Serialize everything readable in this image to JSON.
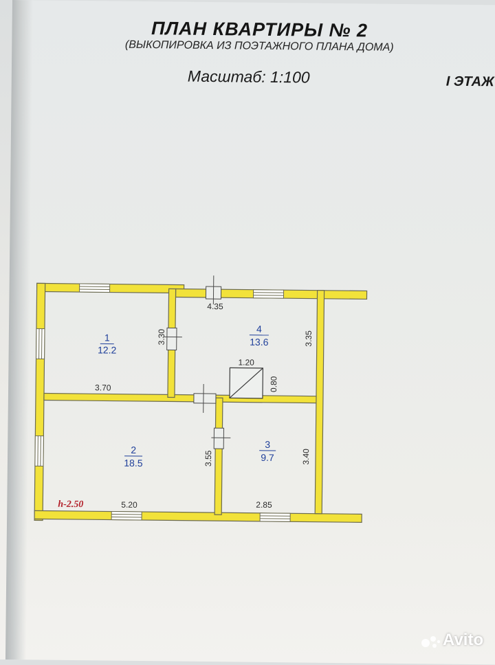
{
  "header": {
    "title": "ПЛАН  КВАРТИРЫ  № 2",
    "subtitle": "(ВЫКОПИРОВКА ИЗ ПОЭТАЖНОГО ПЛАНА ДОМА)",
    "scale": "Масштаб:  1:100",
    "floor": "I ЭТАЖ"
  },
  "rooms": [
    {
      "number": "1",
      "area": "12.2"
    },
    {
      "number": "2",
      "area": "18.5"
    },
    {
      "number": "3",
      "area": "9.7"
    },
    {
      "number": "4",
      "area": "13.6"
    }
  ],
  "dimensions": {
    "d435": "4.35",
    "d330": "3.30",
    "d335": "3.35",
    "d370": "3.70",
    "d120": "1.20",
    "d080": "0.80",
    "d355": "3.55",
    "d340": "3.40",
    "d520": "5.20",
    "d285": "2.85"
  },
  "height_label": "h-2.50",
  "watermark": "Avito",
  "colors": {
    "wall": "#f2e23a",
    "wall_outline": "#6b6a50",
    "room_label": "#1f3f9a",
    "height_label": "#b3202a"
  }
}
